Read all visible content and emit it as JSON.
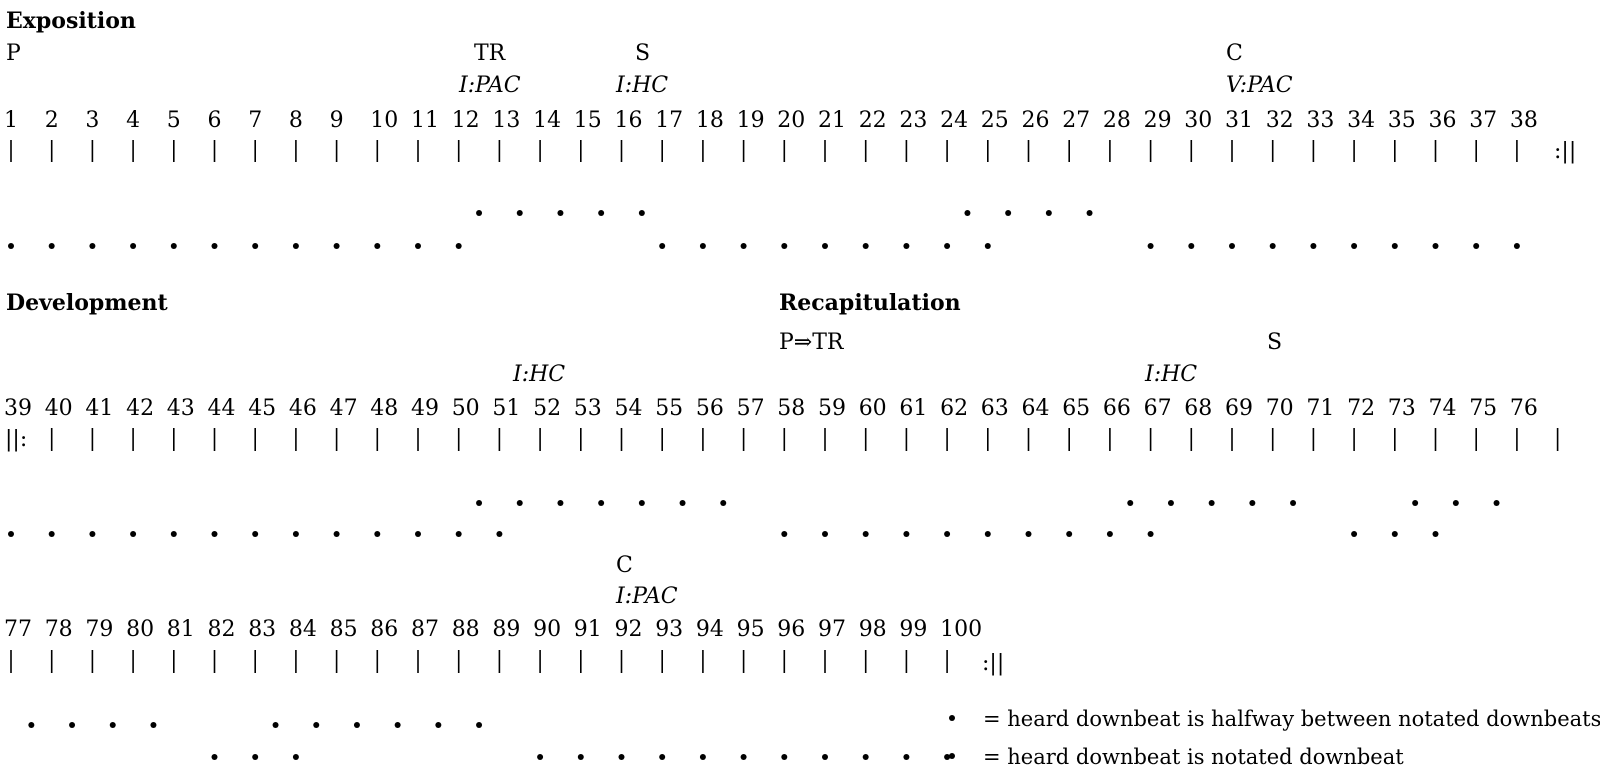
{
  "sections": {
    "exposition": "Exposition",
    "development": "Development",
    "recapitulation": "Recapitulation"
  },
  "labels": {
    "p": "P",
    "tr": "TR",
    "s1": "S",
    "c1": "C",
    "p_tr": "P⇒TR",
    "s2": "S",
    "c2": "C"
  },
  "cadences": {
    "cad_12": "I:PAC",
    "cad_16": "I:HC",
    "cad_31": "V:PAC",
    "cad_51": "I:HC",
    "cad_67": "I:HC",
    "cad_92": "I:PAC"
  },
  "repeat_signs": {
    "end_exposition": ":||",
    "start_development": "||:",
    "end_movement": ":||"
  },
  "rows": [
    {
      "first": 1,
      "last": 38,
      "heard_halfway": [
        13,
        14,
        15,
        16,
        17,
        25,
        26,
        27,
        28
      ],
      "heard_notated": [
        1,
        2,
        3,
        4,
        5,
        6,
        7,
        8,
        9,
        10,
        11,
        12,
        17,
        18,
        19,
        20,
        21,
        22,
        23,
        24,
        25,
        29,
        30,
        31,
        32,
        33,
        34,
        35,
        36,
        37,
        38
      ]
    },
    {
      "first": 39,
      "last": 76,
      "heard_halfway": [
        51,
        52,
        53,
        54,
        55,
        56,
        57,
        67,
        68,
        69,
        70,
        71,
        74,
        75,
        76
      ],
      "heard_notated": [
        39,
        40,
        41,
        42,
        43,
        44,
        45,
        46,
        47,
        48,
        49,
        50,
        51,
        58,
        59,
        60,
        61,
        62,
        63,
        64,
        65,
        66,
        67,
        72,
        73,
        74
      ]
    },
    {
      "first": 77,
      "last": 100,
      "heard_halfway": [
        77,
        78,
        79,
        80,
        81,
        84,
        85,
        86,
        87,
        88,
        89
      ],
      "heard_notated": [
        82,
        83,
        84,
        90,
        91,
        92,
        93,
        94,
        95,
        96,
        97,
        98,
        99,
        100
      ]
    }
  ],
  "legend": {
    "halfway": "= heard downbeat is halfway between notated downbeats",
    "notated": "= heard downbeat is notated downbeat"
  }
}
